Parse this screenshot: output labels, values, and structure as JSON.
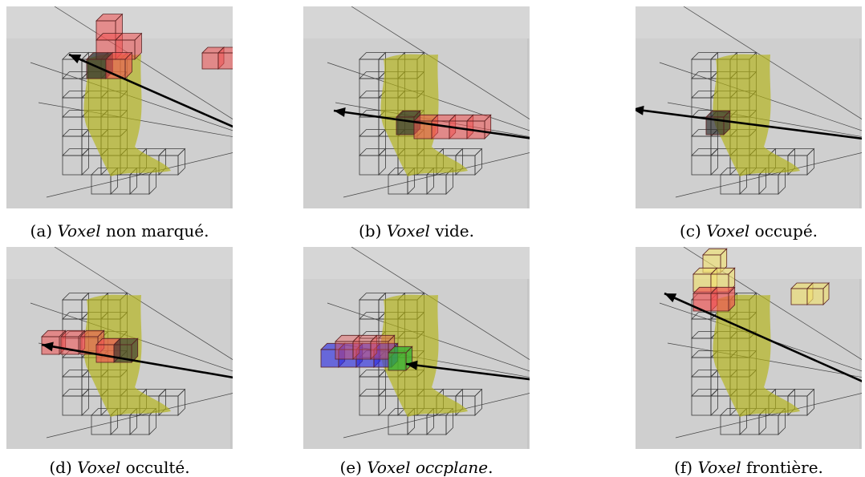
{
  "panels": [
    {
      "id": "a",
      "label": "(a)",
      "term": "Voxel",
      "rest": " non marqué."
    },
    {
      "id": "b",
      "label": "(b)",
      "term": "Voxel",
      "rest": " vide."
    },
    {
      "id": "c",
      "label": "(c)",
      "term": "Voxel",
      "rest": " occupé."
    },
    {
      "id": "d",
      "label": "(d)",
      "term": "Voxel",
      "rest": " occulté."
    },
    {
      "id": "e",
      "label": "(e)",
      "term": "Voxel occplane",
      "rest": "."
    },
    {
      "id": "f",
      "label": "(f)",
      "term": "Voxel",
      "rest": " frontière."
    }
  ],
  "colors": {
    "background": "#d6d6d6",
    "grid": "#3a3a3a",
    "object": "#b4b414",
    "red": "#f05050",
    "dark": "#2a2a2a",
    "blue": "#3030e0",
    "green": "#30b030",
    "yellow": "#f0e070",
    "ray": "#000000"
  }
}
